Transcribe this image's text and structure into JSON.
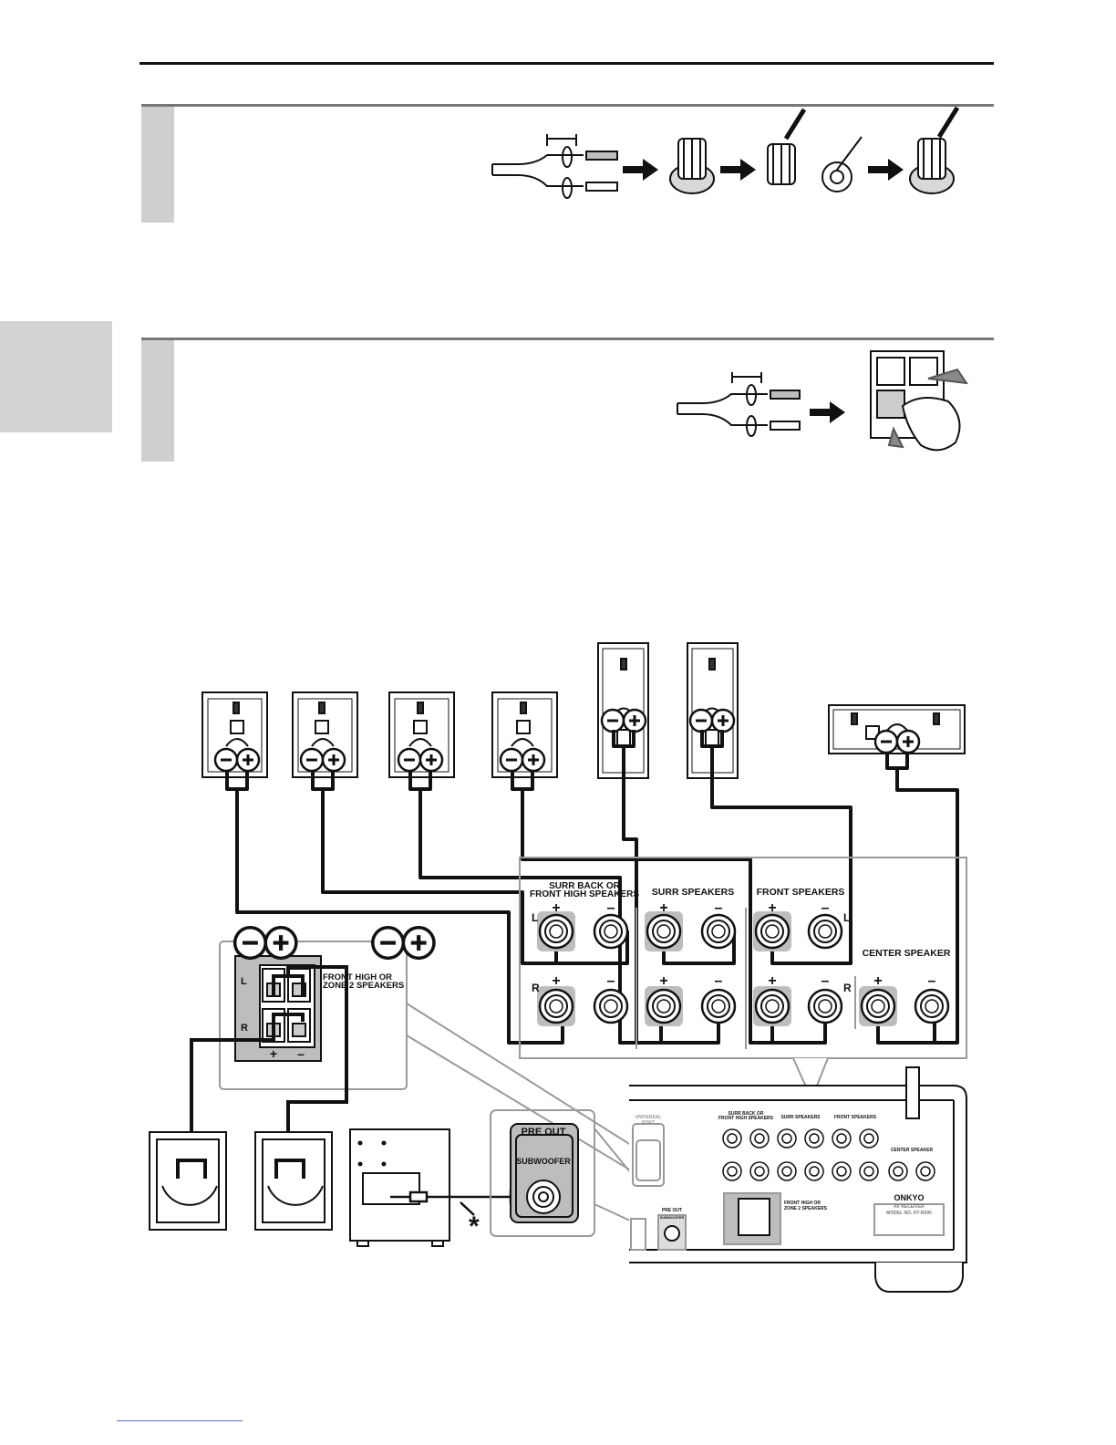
{
  "labels": {
    "surr_back": [
      "SURR BACK OR",
      "FRONT HIGH SPEAKERS"
    ],
    "surr_speakers": "SURR SPEAKERS",
    "front_speakers": "FRONT SPEAKERS",
    "center_speaker": "CENTER SPEAKER",
    "front_high_zone2": [
      "FRONT HIGH OR",
      "ZONE 2 SPEAKERS"
    ],
    "pre_out": "PRE OUT",
    "subwoofer": "SUBWOOFER",
    "left": "L",
    "right": "R",
    "plus": "+",
    "minus": "–",
    "asterisk": "*"
  },
  "receiver": {
    "universal": [
      "UNIVERSAL",
      "PORT"
    ],
    "surr_back_small": [
      "SURR BACK OR",
      "FRONT HIGH SPEAKERS"
    ],
    "surr_small": "SURR SPEAKERS",
    "front_small": "FRONT SPEAKERS",
    "center_small": "CENTER SPEAKER",
    "pre_out_small": "PRE OUT",
    "subwoofer_small": "SUBWOOFER",
    "zone2_small": [
      "FRONT HIGH OR",
      "ZONE 2 SPEAKERS"
    ],
    "brand": "ONKYO",
    "brand_sub": "AV RECEIVER",
    "model": "MODEL NO. HT-R590"
  },
  "colors": {
    "line": "#111111",
    "gray_fill": "#bdbdbd",
    "step_bar": "#cfcfcf",
    "callout": "#9a9a9a"
  }
}
